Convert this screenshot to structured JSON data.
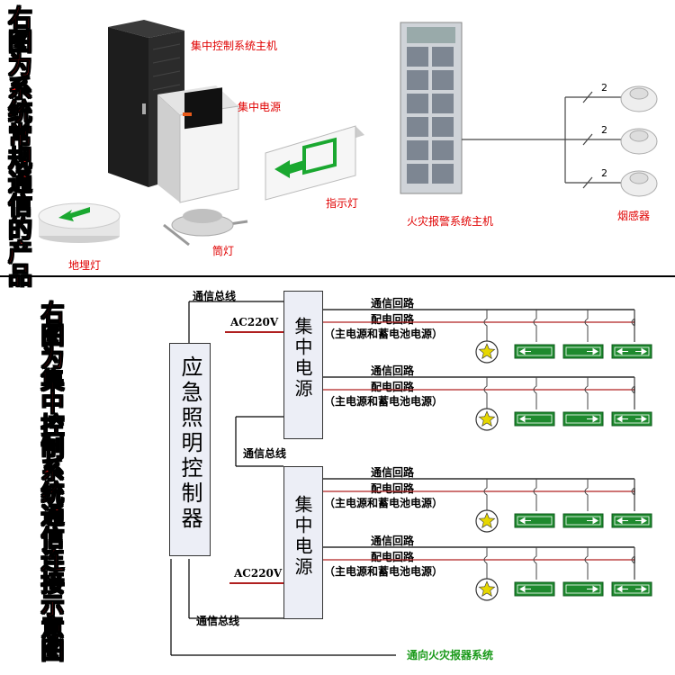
{
  "top": {
    "side_title": "右图为系统常规通信的产品",
    "labels": {
      "host": "集中控制系统主机",
      "power": "集中电源",
      "indicator": "指示灯",
      "floor_lamp": "地埋灯",
      "down_lamp": "筒灯",
      "fire_host": "火灾报警系统主机",
      "smoke": "烟感器"
    },
    "wire_count": "2"
  },
  "bottom": {
    "side_title": "右图为集中控制系统通信连接示意图",
    "controller": "应急照明控制器",
    "power_box": "集中电源",
    "comm_bus": "通信总线",
    "ac": "AC220V",
    "comm_loop": "通信回路",
    "dist_loop": "配电回路",
    "dist_note": "（主电源和蓄电池电源）",
    "to_fire": "通向火灾报器系统"
  },
  "colors": {
    "title_red": "#ff1a1a",
    "label_red": "#e00000",
    "sign_green": "#1e8a2e",
    "wire_red": "#b02020",
    "box_fill": "#eceef6"
  }
}
